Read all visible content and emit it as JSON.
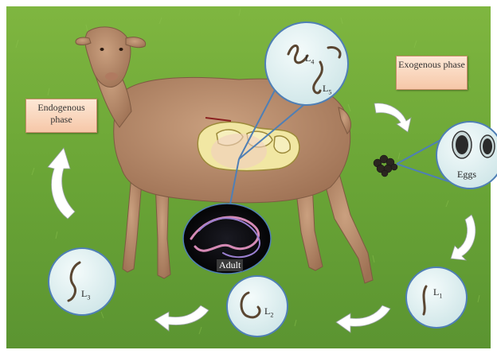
{
  "phases": {
    "endogenous": "Endogenous phase",
    "exogenous": "Exogenous phase"
  },
  "stages": {
    "l4": {
      "letter": "L",
      "sub": "4"
    },
    "l5": {
      "letter": "L",
      "sub": "5"
    },
    "eggs": "Eggs",
    "l1": {
      "letter": "L",
      "sub": "1"
    },
    "l2": {
      "letter": "L",
      "sub": "2"
    },
    "l3": {
      "letter": "L",
      "sub": "3"
    },
    "adult": "Adult"
  },
  "colors": {
    "grass": "#6fa83a",
    "circle_fill": "#dff0f0",
    "circle_stroke": "#4f7fb5",
    "phase_box": "#f9d3b8",
    "arrow": "#ffffff",
    "worm": "#5a4632",
    "sheep": "#b8896b"
  }
}
